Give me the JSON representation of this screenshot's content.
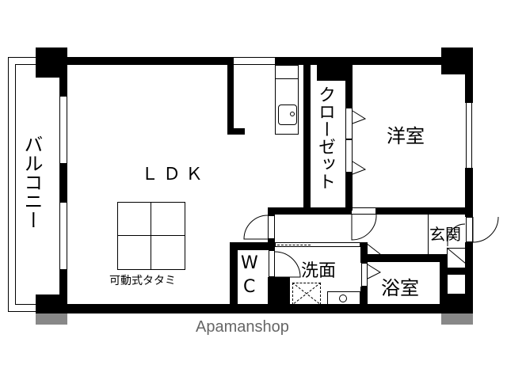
{
  "floorplan": {
    "rooms": {
      "balcony": "バルコニー",
      "ldk": "ＬＤＫ",
      "closet": "クローゼット",
      "western_room": "洋室",
      "entrance": "玄関",
      "washroom": "洗面",
      "bathroom": "浴室",
      "wc_top": "W",
      "wc_bottom": "C"
    },
    "annotations": {
      "movable_tatami": "可動式タタミ"
    }
  },
  "branding": {
    "logo_text": "Apamanshop",
    "logo_color": "#666666"
  },
  "colors": {
    "wall": "#000000",
    "pillar_base": "#888888",
    "background": "#ffffff"
  }
}
